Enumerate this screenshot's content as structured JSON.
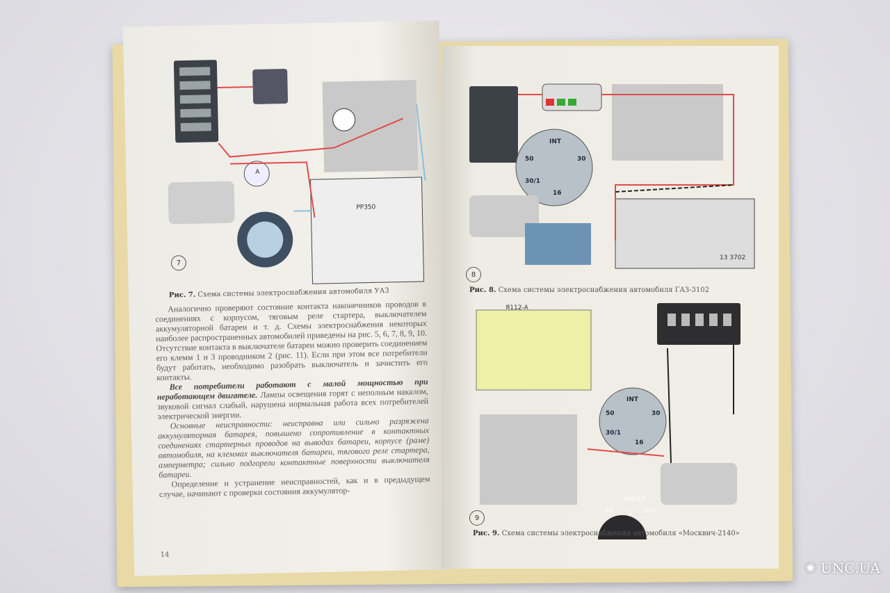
{
  "left_page": {
    "figure7": {
      "number": "7",
      "regulator_label": "РР350",
      "ammeter_label": "A",
      "caption_prefix": "Рис. 7.",
      "caption": "Схема системы электроснабжения автомобиля УАЗ"
    },
    "paragraphs": [
      "Аналогично проверяют состояние контакта наконечников проводов в соединениях с корпусом, тяговым реле стартера, выключателем аккумуляторной батареи и т. д. Схемы электроснабжения некоторых наиболее распространенных автомобилей приведены на рис. 5, 6, 7, 8, 9, 10. Отсутствие контакта в выключателе батареи можно проверить соединением его клемм 1 и 3 проводником 2 (рис. 11). Если при этом все потребители будут работать, необходимо разобрать выключатель и зачистить его контакты."
    ],
    "fault_heading": "Все потребители работают с малой мощностью при неработающем двигателе.",
    "fault_text": "Лампы освещения горят с неполным накалом, звуковой сигнал слабый, нарушена нормальная работа всех потребителей электрической энергии.",
    "causes": "Основные неисправности: неисправна или сильно разряжена аккумуляторная батарея, повышено сопротивление в контактных соединениях стартерных проводов на выводах батареи, корпусе (раме) автомобиля, на клеммах выключателя батареи, тягового реле стартера, амперметра; сильно подгорели контактные поверхности выключателя батареи.",
    "last_paragraph": "Определение и устранение неисправностей, как и в предыдущем случае, начинают с проверки состояния аккумулятор-",
    "page_number": "14"
  },
  "right_page": {
    "figure8": {
      "number": "8",
      "switch_labels": [
        "INT",
        "50",
        "30",
        "30/1",
        "16"
      ],
      "regulator_label": "13 3702",
      "caption_prefix": "Рис. 8.",
      "caption": "Схема системы электроснабжения автомобиля ГАЗ-3102"
    },
    "figure9": {
      "number": "9",
      "regulator_label": "Я112-А",
      "switch_labels": [
        "INT",
        "50",
        "30",
        "30/1",
        "16"
      ],
      "gauge_label": "АМПЕР",
      "gauge_scale": [
        "-20",
        "0",
        "20+"
      ],
      "caption_prefix": "Рис. 9.",
      "caption": "Схема системы электроснабжения автомобиля «Москвич-2140»"
    }
  },
  "watermark": "UNC.UA"
}
